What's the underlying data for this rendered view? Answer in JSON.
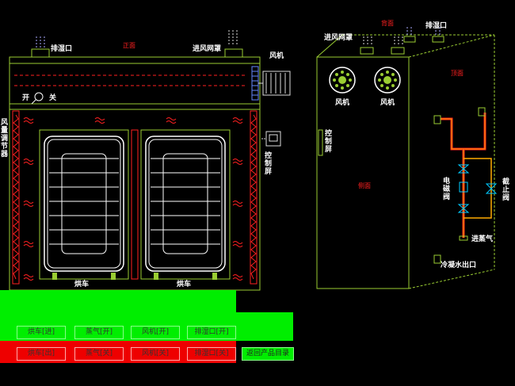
{
  "front": {
    "exhaust_label": "排湿口",
    "intake_label": "进风网罩",
    "fan_label": "风机",
    "front_tag": "正面",
    "open_label": "开",
    "close_label": "关",
    "damper_label": "风量调节器",
    "control_label": "控制屏",
    "cart_left_label": "烘车",
    "cart_right_label": "烘车"
  },
  "side": {
    "back_tag": "背面",
    "top_tag": "顶面",
    "intake_label": "进风网罩",
    "exhaust_label": "排湿口",
    "fan1_label": "风机",
    "fan2_label": "风机",
    "control_label": "控制屏",
    "left_tag": "侧面",
    "solenoid_label": "电磁阀",
    "stop_valve_label": "截止阀",
    "steam_in_label": "进蒸气",
    "condensate_label": "冷凝水出口"
  },
  "controls": {
    "on_row": [
      "烘车[进]",
      "蒸气[开]",
      "风机[开]",
      "排湿口[开]"
    ],
    "off_row": [
      "烘车[出]",
      "蒸气[关]",
      "风机[关]",
      "排湿口[关]"
    ],
    "return_label": "返回产品目录"
  },
  "colors": {
    "line": "#9acd32",
    "frame": "#ffffff",
    "heat": "#ff2020",
    "on": "#00ee00",
    "off": "#ee0000"
  }
}
